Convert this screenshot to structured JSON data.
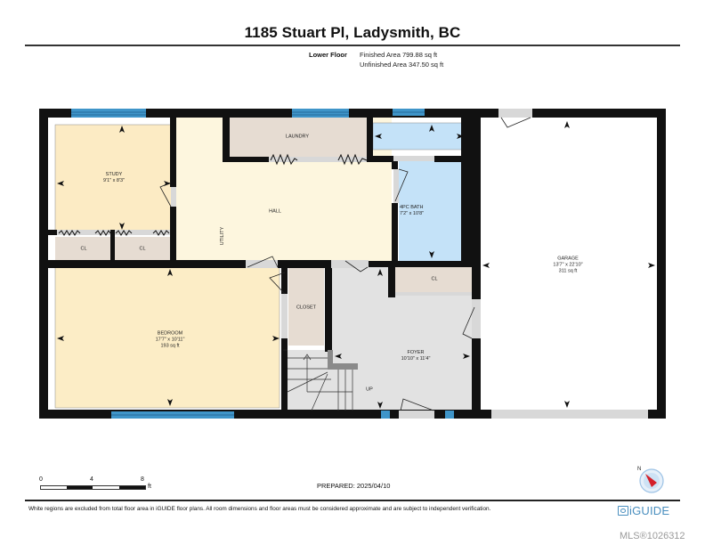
{
  "header": {
    "title": "1185 Stuart Pl, Ladysmith, BC",
    "floor_label": "Lower Floor",
    "finished_area": "Finished Area 799.88 sq ft",
    "unfinished_area": "Unfinished Area 347.50 sq ft"
  },
  "colors": {
    "wall": "#111111",
    "window": "#3f95c9",
    "door_opening": "#d8d8d8",
    "study_fill": "#fcebc4",
    "hall_fill": "#fdf6de",
    "bedroom_fill": "#fcedc6",
    "laundry_fill": "#e6dcd2",
    "closet_fill": "#e6dcd2",
    "bath_fill": "#c4e2f8",
    "foyer_fill": "#e2e2e2",
    "garage_fill": "#ffffff",
    "brand": "#4a8fbf"
  },
  "rooms": {
    "study": {
      "name": "STUDY",
      "dims": "9'1\" x 8'3\""
    },
    "laundry": {
      "name": "LAUNDRY"
    },
    "hall": {
      "name": "HALL"
    },
    "utility": {
      "name": "UTILITY"
    },
    "bath": {
      "name": "4PC BATH",
      "dims": "7'2\" x 10'8\""
    },
    "garage": {
      "name": "GARAGE",
      "dims": "13'7\" x 22'10\"",
      "area": "311 sq ft"
    },
    "cl1": {
      "name": "CL"
    },
    "cl2": {
      "name": "CL"
    },
    "cl3": {
      "name": "CL"
    },
    "bedroom": {
      "name": "BEDROOM",
      "dims": "17'7\" x 10'11\"",
      "area": "193 sq ft"
    },
    "closet": {
      "name": "CLOSET"
    },
    "foyer": {
      "name": "FOYER",
      "dims": "10'10\" x 11'4\""
    },
    "stairs": {
      "name": "UP"
    }
  },
  "scale": {
    "ticks": [
      "0",
      "4",
      "8"
    ],
    "unit": "ft"
  },
  "footer": {
    "prepared": "PREPARED: 2025/04/10",
    "disclaimer": "White regions are excluded from total floor area in iGUIDE floor plans. All room dimensions and floor areas must be considered approximate and are subject to independent verification.",
    "brand": "iGUIDE",
    "mls": "MLS®1026312",
    "compass_label": "N"
  }
}
